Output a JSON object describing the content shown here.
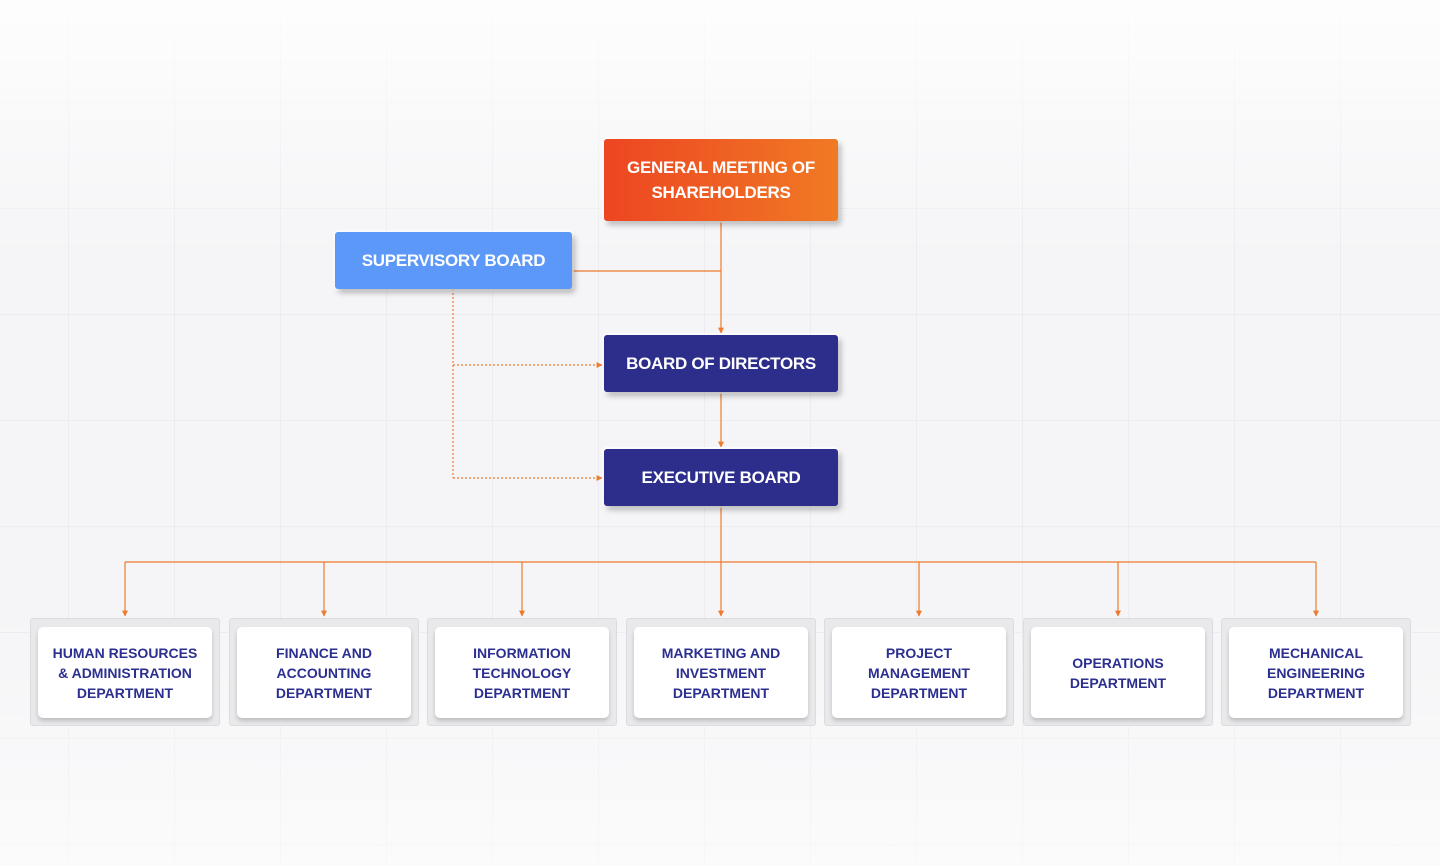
{
  "colors": {
    "connector": "#ee7a2e",
    "general_meeting": "#ee5a22",
    "supervisory": "#5b98f7",
    "board": "#2d2e8c",
    "department_text": "#2b2f8f"
  },
  "nodes": {
    "general_meeting": "GENERAL MEETING OF\nSHAREHOLDERS",
    "supervisory_board": "SUPERVISORY BOARD",
    "board_of_directors": "BOARD OF DIRECTORS",
    "executive_board": "EXECUTIVE BOARD"
  },
  "departments": [
    "HUMAN RESOURCES\n& ADMINISTRATION\nDEPARTMENT",
    "FINANCE AND\nACCOUNTING\nDEPARTMENT",
    "INFORMATION\nTECHNOLOGY\nDEPARTMENT",
    "MARKETING AND\nINVESTMENT\nDEPARTMENT",
    "PROJECT\nMANAGEMENT\nDEPARTMENT",
    "OPERATIONS\nDEPARTMENT",
    "MECHANICAL\nENGINEERING\nDEPARTMENT"
  ]
}
